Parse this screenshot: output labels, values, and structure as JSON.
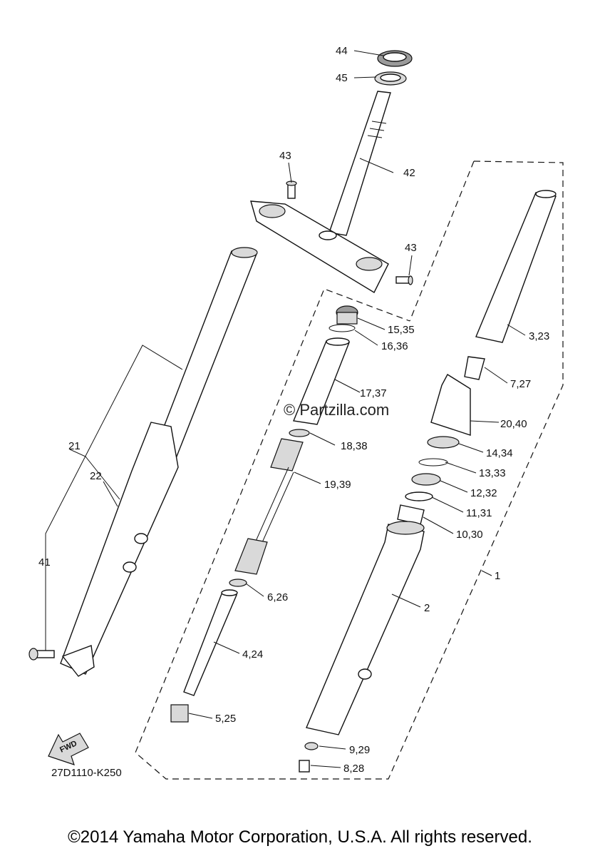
{
  "diagram": {
    "callouts": {
      "c44": "44",
      "c45": "45",
      "c42": "42",
      "c43a": "43",
      "c43b": "43",
      "c15_35": "15,35",
      "c16_36": "16,36",
      "c17_37": "17,37",
      "c18_38": "18,38",
      "c19_39": "19,39",
      "c6_26": "6,26",
      "c4_24": "4,24",
      "c5_25": "5,25",
      "c9_29": "9,29",
      "c8_28": "8,28",
      "c3_23": "3,23",
      "c7_27": "7,27",
      "c20_40": "20,40",
      "c14_34": "14,34",
      "c13_33": "13,33",
      "c12_32": "12,32",
      "c11_31": "11,31",
      "c10_30": "10,30",
      "c1": "1",
      "c2": "2",
      "c21": "21",
      "c22": "22",
      "c41": "41"
    },
    "fwd_label": "FWD",
    "diagram_code": "27D1110-K250",
    "watermark": "© Partzilla.com"
  },
  "footer": {
    "copyright": "©2014 Yamaha Motor Corporation, U.S.A. All rights reserved."
  }
}
